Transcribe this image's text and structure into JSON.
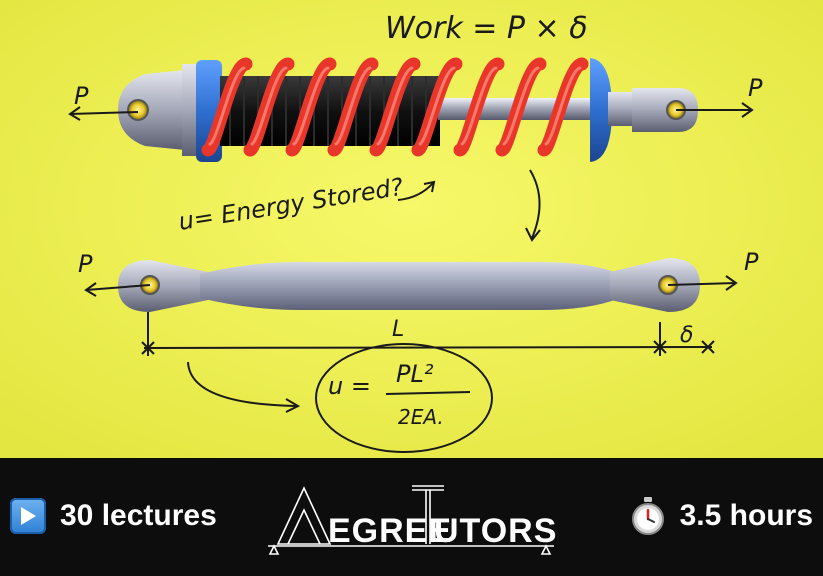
{
  "annotations": {
    "work_formula": "Work = P × δ",
    "energy_question": "u= Energy Stored?",
    "force_label": "P",
    "length_label": "L",
    "elongation_label": "δ",
    "u_lhs": "u =",
    "u_numerator": "PL²",
    "u_denominator": "2EA."
  },
  "footer": {
    "lectures": "30 lectures",
    "hours": "3.5 hours",
    "brand_first": "EGREE",
    "brand_second": "UTORS",
    "brand_initial_1": "D",
    "brand_initial_2": "T"
  },
  "icons": {
    "lectures": "play-button-icon",
    "hours": "stopwatch-icon"
  },
  "colors": {
    "background": "#eef058",
    "spring": "#e8372a",
    "footer": "#0d0d0d",
    "rod": "#9aa0b4",
    "mount": "#2f6fd0"
  }
}
